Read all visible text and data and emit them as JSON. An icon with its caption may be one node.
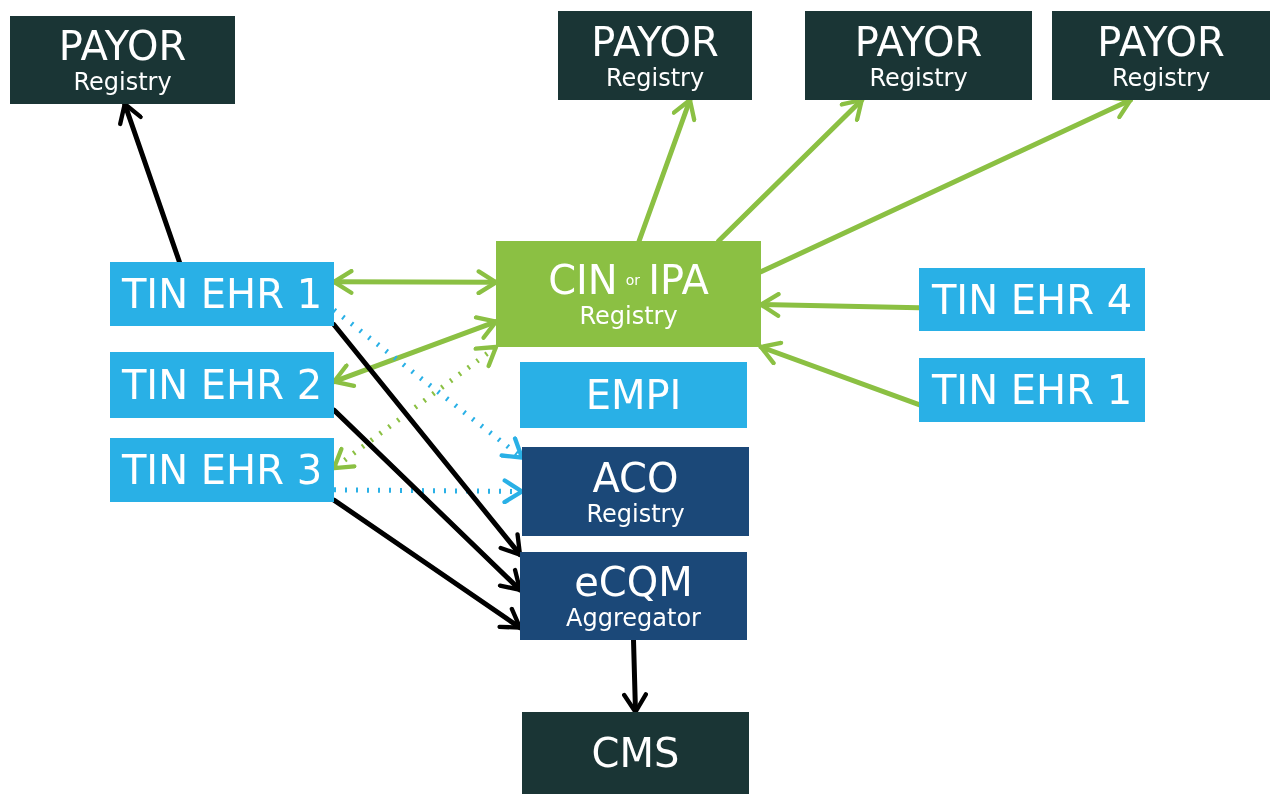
{
  "diagram": {
    "nodes": [
      {
        "text": [
          "PAYOR",
          "Registry"
        ]
      },
      {
        "text": [
          "PAYOR",
          "Registry"
        ]
      },
      {
        "text": [
          "PAYOR",
          "Registry"
        ]
      },
      {
        "text": [
          "PAYOR",
          "Registry"
        ]
      },
      {
        "text": [
          "TIN EHR 1"
        ]
      },
      {
        "text": [
          "TIN EHR 2"
        ]
      },
      {
        "text": [
          "TIN EHR 3"
        ]
      },
      {
        "text": [
          "CIN",
          "or",
          "IPA",
          "Registry"
        ]
      },
      {
        "text": [
          "TIN EHR 4"
        ]
      },
      {
        "text": [
          "TIN EHR 1"
        ]
      },
      {
        "text": [
          "EMPI"
        ]
      },
      {
        "text": [
          "ACO",
          "Registry"
        ]
      },
      {
        "text": [
          "eCQM",
          "Aggregator"
        ]
      },
      {
        "text": [
          "CMS"
        ]
      }
    ],
    "edges": [
      {
        "from": 4,
        "to": 0,
        "arrow": "to",
        "color": "#000000"
      },
      {
        "from": 7,
        "to": 1,
        "arrow": "to"
      },
      {
        "from": 7,
        "to": 2,
        "arrow": "to"
      },
      {
        "from": 7,
        "to": 3,
        "arrow": "to"
      },
      {
        "from": 4,
        "to": 7,
        "arrow": "both"
      },
      {
        "from": 7,
        "to": 5,
        "arrow": "both"
      },
      {
        "from": 7,
        "to": 6,
        "arrow": "both",
        "style": "dashed"
      },
      {
        "from": 8,
        "to": 7,
        "arrow": "to"
      },
      {
        "from": 9,
        "to": 7,
        "arrow": "to"
      },
      {
        "from": 4,
        "to": 11,
        "arrow": "to",
        "style": "dashed",
        "color": "#29b0e6"
      },
      {
        "from": 6,
        "to": 11,
        "arrow": "to",
        "style": "dashed",
        "color": "#29b0e6"
      },
      {
        "from": 4,
        "to": 12,
        "arrow": "to",
        "color": "#000000"
      },
      {
        "from": 5,
        "to": 12,
        "arrow": "to",
        "color": "#000000"
      },
      {
        "from": 6,
        "to": 12,
        "arrow": "to",
        "color": "#000000"
      },
      {
        "from": 12,
        "to": 13,
        "arrow": "to",
        "color": "#000000"
      }
    ]
  }
}
